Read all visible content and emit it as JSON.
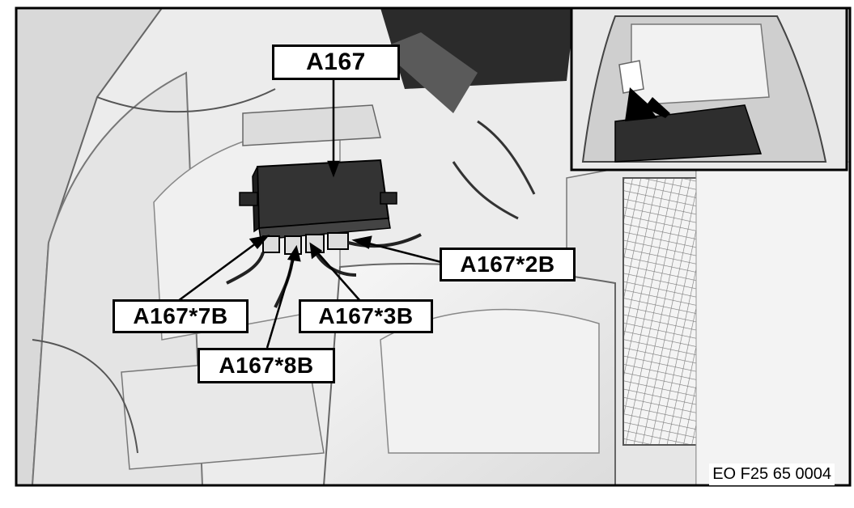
{
  "figure": {
    "code": "EO F25 65 0004",
    "callouts": {
      "main": "A167",
      "c2b": "A167*2B",
      "c7b": "A167*7B",
      "c3b": "A167*3B",
      "c8b": "A167*8B"
    }
  }
}
